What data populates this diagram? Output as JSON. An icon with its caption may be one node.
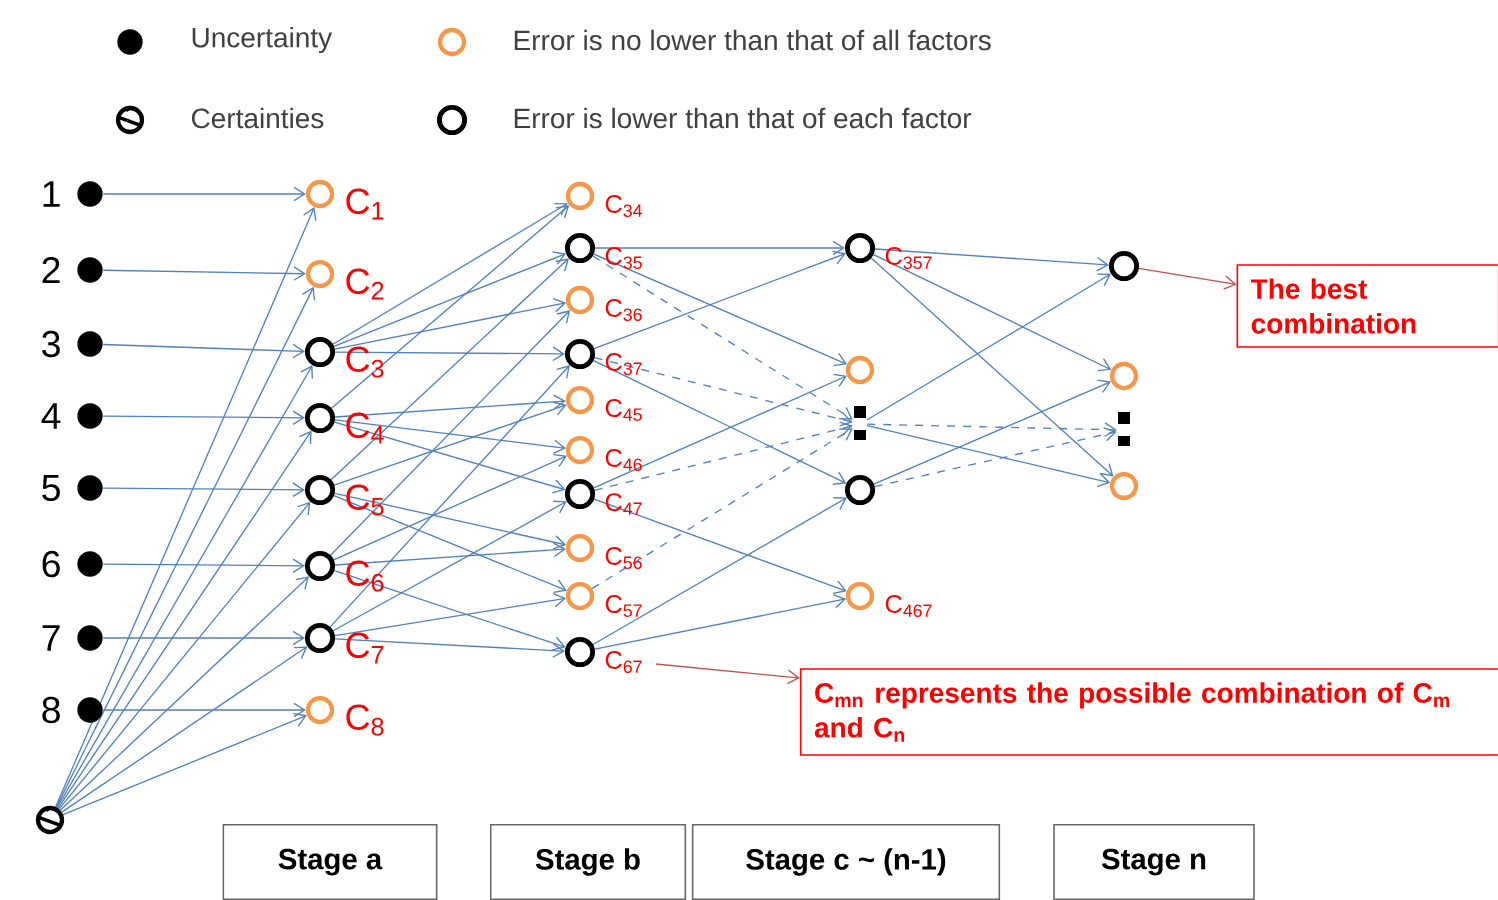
{
  "diagram": {
    "nodes": [
      {
        "text": [],
        "shape": "dot",
        "beside": [
          "1"
        ]
      },
      {
        "text": [],
        "shape": "dot",
        "beside": [
          "2"
        ]
      },
      {
        "text": [],
        "shape": "dot",
        "beside": [
          "3"
        ]
      },
      {
        "text": [],
        "shape": "dot",
        "beside": [
          "4"
        ]
      },
      {
        "text": [],
        "shape": "dot",
        "beside": [
          "5"
        ]
      },
      {
        "text": [],
        "shape": "dot",
        "beside": [
          "6"
        ]
      },
      {
        "text": [],
        "shape": "dot",
        "beside": [
          "7"
        ]
      },
      {
        "text": [],
        "shape": "dot",
        "beside": [
          "8"
        ]
      },
      {
        "text": [],
        "shape": "crossed-circle"
      },
      {
        "text": [],
        "shape": "circle",
        "beside": [
          "C$_{1}$"
        ]
      },
      {
        "text": [],
        "shape": "circle",
        "beside": [
          "C$_{2}$"
        ]
      },
      {
        "text": [],
        "shape": "dotted-circle",
        "beside": [
          "C$_{3}$"
        ]
      },
      {
        "text": [],
        "shape": "dotted-circle",
        "beside": [
          "C$_{4}$"
        ]
      },
      {
        "text": [],
        "shape": "dotted-circle",
        "beside": [
          "C$_{5}$"
        ]
      },
      {
        "text": [],
        "shape": "dotted-circle",
        "beside": [
          "C$_{6}$"
        ]
      },
      {
        "text": [],
        "shape": "dotted-circle",
        "beside": [
          "C$_{7}$"
        ]
      },
      {
        "text": [],
        "shape": "circle",
        "beside": [
          "C$_{8}$"
        ]
      },
      {
        "text": [],
        "shape": "circle",
        "beside": [
          "C$_{34}$"
        ]
      },
      {
        "text": [],
        "shape": "dotted-circle",
        "beside": [
          "C$_{35}$"
        ]
      },
      {
        "text": [],
        "shape": "circle",
        "beside": [
          "C$_{36}$"
        ]
      },
      {
        "text": [],
        "shape": "dotted-circle",
        "beside": [
          "C$_{37}$"
        ]
      },
      {
        "text": [],
        "shape": "circle",
        "beside": [
          "C$_{45}$"
        ]
      },
      {
        "text": [],
        "shape": "circle",
        "beside": [
          "C$_{46}$"
        ]
      },
      {
        "text": [],
        "shape": "dotted-circle",
        "beside": [
          "C$_{47}$"
        ]
      },
      {
        "text": [],
        "shape": "circle",
        "beside": [
          "C$_{56}$"
        ]
      },
      {
        "text": [],
        "shape": "circle",
        "beside": [
          "C$_{57}$"
        ]
      },
      {
        "text": [],
        "shape": "dotted-circle",
        "beside": [
          "C$_{67}$"
        ]
      },
      {
        "text": [],
        "shape": "dotted-circle",
        "beside": [
          "C$_{357}$"
        ]
      },
      {
        "text": [],
        "shape": "circle"
      },
      {
        "text": [],
        "shape": "ellipsis"
      },
      {
        "text": [],
        "shape": "dotted-circle"
      },
      {
        "text": [],
        "shape": "circle",
        "beside": [
          "C$_{467}$"
        ]
      },
      {
        "text": [],
        "shape": "dotted-circle"
      },
      {
        "text": [],
        "shape": "circle"
      },
      {
        "text": [],
        "shape": "ellipsis"
      },
      {
        "text": [],
        "shape": "circle"
      },
      {
        "text": [
          "The best combination"
        ]
      },
      {
        "text": [
          "C$_{mn}$ represents the possible combination of C$_{m}$ and C$_{n}$"
        ]
      },
      {
        "text": [
          "Stage a"
        ]
      },
      {
        "text": [
          "Stage b"
        ]
      },
      {
        "text": [
          "Stage c ~ (n-1)"
        ]
      },
      {
        "text": [
          "Stage n"
        ]
      }
    ],
    "edges": [
      {
        "from": 0,
        "to": 9,
        "arrow": "to"
      },
      {
        "from": 1,
        "to": 10,
        "arrow": "to"
      },
      {
        "from": 2,
        "to": 11,
        "arrow": "to"
      },
      {
        "from": 3,
        "to": 12,
        "arrow": "to"
      },
      {
        "from": 4,
        "to": 13,
        "arrow": "to"
      },
      {
        "from": 5,
        "to": 14,
        "arrow": "to"
      },
      {
        "from": 6,
        "to": 15,
        "arrow": "to"
      },
      {
        "from": 7,
        "to": 16,
        "arrow": "to"
      },
      {
        "from": 8,
        "to": 9,
        "arrow": "to"
      },
      {
        "from": 8,
        "to": 10,
        "arrow": "to"
      },
      {
        "from": 8,
        "to": 11,
        "arrow": "to"
      },
      {
        "from": 8,
        "to": 12,
        "arrow": "to"
      },
      {
        "from": 8,
        "to": 13,
        "arrow": "to"
      },
      {
        "from": 8,
        "to": 14,
        "arrow": "to"
      },
      {
        "from": 8,
        "to": 15,
        "arrow": "to"
      },
      {
        "from": 8,
        "to": 16,
        "arrow": "to"
      },
      {
        "from": 11,
        "to": 17,
        "arrow": "to"
      },
      {
        "from": 12,
        "to": 17,
        "arrow": "to"
      },
      {
        "from": 11,
        "to": 18,
        "arrow": "to"
      },
      {
        "from": 13,
        "to": 18,
        "arrow": "to"
      },
      {
        "from": 11,
        "to": 19,
        "arrow": "to"
      },
      {
        "from": 14,
        "to": 19,
        "arrow": "to"
      },
      {
        "from": 11,
        "to": 20,
        "arrow": "to"
      },
      {
        "from": 15,
        "to": 20,
        "arrow": "to"
      },
      {
        "from": 12,
        "to": 21,
        "arrow": "to"
      },
      {
        "from": 13,
        "to": 21,
        "arrow": "to"
      },
      {
        "from": 12,
        "to": 22,
        "arrow": "to"
      },
      {
        "from": 14,
        "to": 22,
        "arrow": "to"
      },
      {
        "from": 12,
        "to": 23,
        "arrow": "to"
      },
      {
        "from": 15,
        "to": 23,
        "arrow": "to"
      },
      {
        "from": 13,
        "to": 24,
        "arrow": "to"
      },
      {
        "from": 14,
        "to": 24,
        "arrow": "to"
      },
      {
        "from": 13,
        "to": 25,
        "arrow": "to"
      },
      {
        "from": 15,
        "to": 25,
        "arrow": "to"
      },
      {
        "from": 14,
        "to": 26,
        "arrow": "to"
      },
      {
        "from": 15,
        "to": 26,
        "arrow": "to"
      },
      {
        "from": 18,
        "to": 27,
        "arrow": "to"
      },
      {
        "from": 20,
        "to": 27,
        "arrow": "to"
      },
      {
        "from": 18,
        "to": 28,
        "arrow": "to"
      },
      {
        "from": 23,
        "to": 28,
        "arrow": "to"
      },
      {
        "from": 18,
        "to": 29,
        "arrow": "to",
        "style": "dashed"
      },
      {
        "from": 20,
        "to": 29,
        "arrow": "to",
        "style": "dashed"
      },
      {
        "from": 23,
        "to": 29,
        "arrow": "to",
        "style": "dashed"
      },
      {
        "from": 25,
        "to": 29,
        "arrow": "to",
        "style": "dashed"
      },
      {
        "from": 20,
        "to": 30,
        "arrow": "to"
      },
      {
        "from": 26,
        "to": 30,
        "arrow": "to"
      },
      {
        "from": 23,
        "to": 31,
        "arrow": "to"
      },
      {
        "from": 26,
        "to": 31,
        "arrow": "to"
      },
      {
        "from": 27,
        "to": 32,
        "arrow": "to"
      },
      {
        "from": 27,
        "to": 33,
        "arrow": "to"
      },
      {
        "from": 27,
        "to": 35,
        "arrow": "to"
      },
      {
        "from": 29,
        "to": 32,
        "arrow": "to"
      },
      {
        "from": 29,
        "to": 35,
        "arrow": "to"
      },
      {
        "from": 29,
        "to": 34,
        "arrow": "to",
        "style": "dashed"
      },
      {
        "from": 30,
        "to": 33,
        "arrow": "to"
      },
      {
        "from": 30,
        "to": 34,
        "arrow": "to",
        "style": "dashed"
      },
      {
        "from": 32,
        "to": 36,
        "arrow": "to",
        "color": "#c0504d"
      },
      {
        "from": 26,
        "to": 37,
        "arrow": "to",
        "color": "#c0504d"
      }
    ],
    "legend": [
      {
        "text": "Uncertainty"
      },
      {
        "text": "Error is no lower than that of all factors"
      },
      {
        "text": "Certainties"
      },
      {
        "text": "Error is lower than that of each factor"
      }
    ]
  }
}
